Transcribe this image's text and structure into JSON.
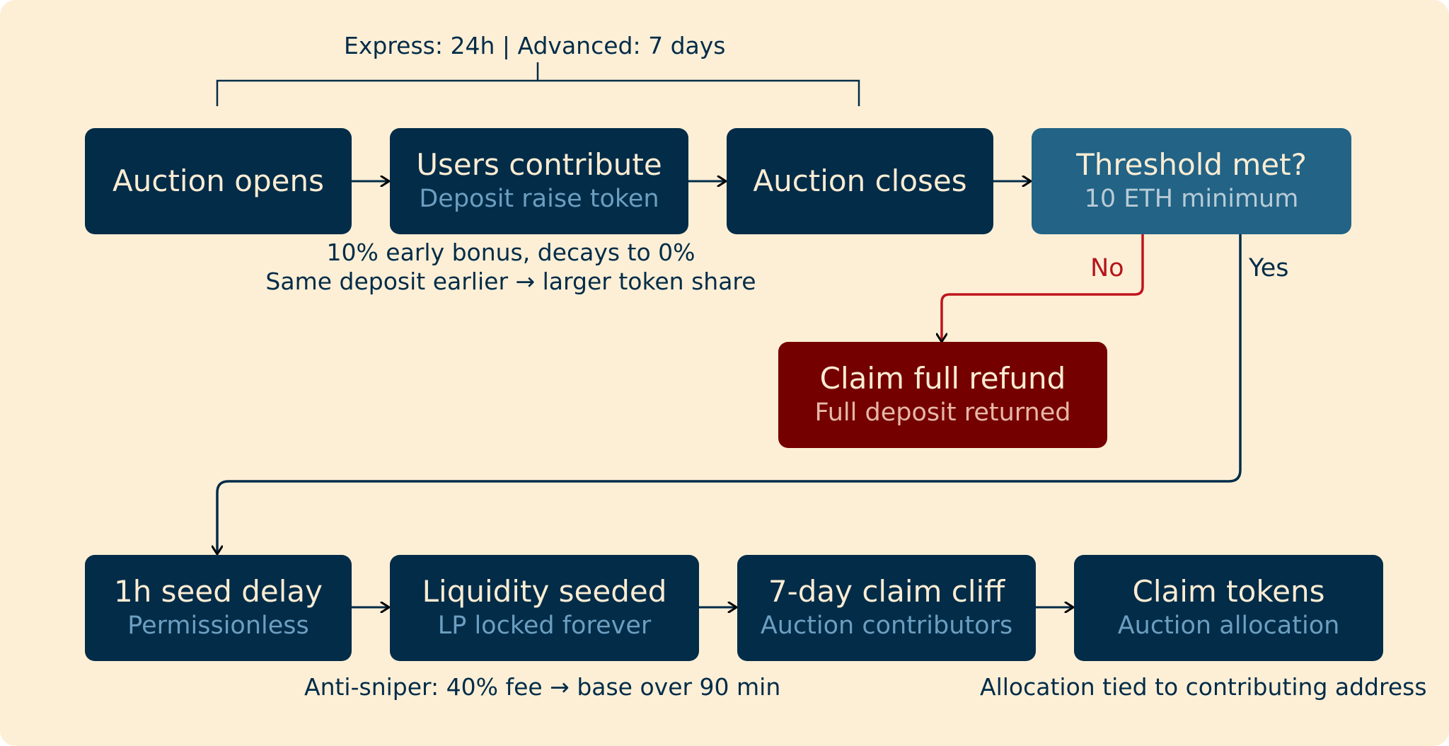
{
  "colors": {
    "background": "#fdefd6",
    "node_dark": "#022c48",
    "node_decision": "#226386",
    "node_refund": "#750000",
    "refund_path": "#c0141c",
    "main_path": "#022c48"
  },
  "bracket_note": "Express: 24h | Advanced: 7 days",
  "nodes": {
    "auction_opens": {
      "title": "Auction opens"
    },
    "users_contribute": {
      "title": "Users contribute",
      "sub": "Deposit raise token"
    },
    "auction_closes": {
      "title": "Auction closes"
    },
    "threshold": {
      "title": "Threshold met?",
      "sub": "10 ETH minimum"
    },
    "refund": {
      "title": "Claim full refund",
      "sub": "Full deposit returned"
    },
    "seed_delay": {
      "title": "1h seed delay",
      "sub": "Permissionless"
    },
    "liquidity": {
      "title": "Liquidity seeded",
      "sub": "LP locked forever"
    },
    "cliff": {
      "title": "7-day claim cliff",
      "sub": "Auction contributors"
    },
    "claim_tokens": {
      "title": "Claim tokens",
      "sub": "Auction allocation"
    }
  },
  "notes": {
    "bonus_line1": "10% early bonus, decays to 0%",
    "bonus_line2": "Same deposit earlier → larger token share",
    "anti_sniper": "Anti-sniper: 40% fee → base over 90 min",
    "allocation": "Allocation tied to contributing address"
  },
  "edge_labels": {
    "no": "No",
    "yes": "Yes"
  }
}
